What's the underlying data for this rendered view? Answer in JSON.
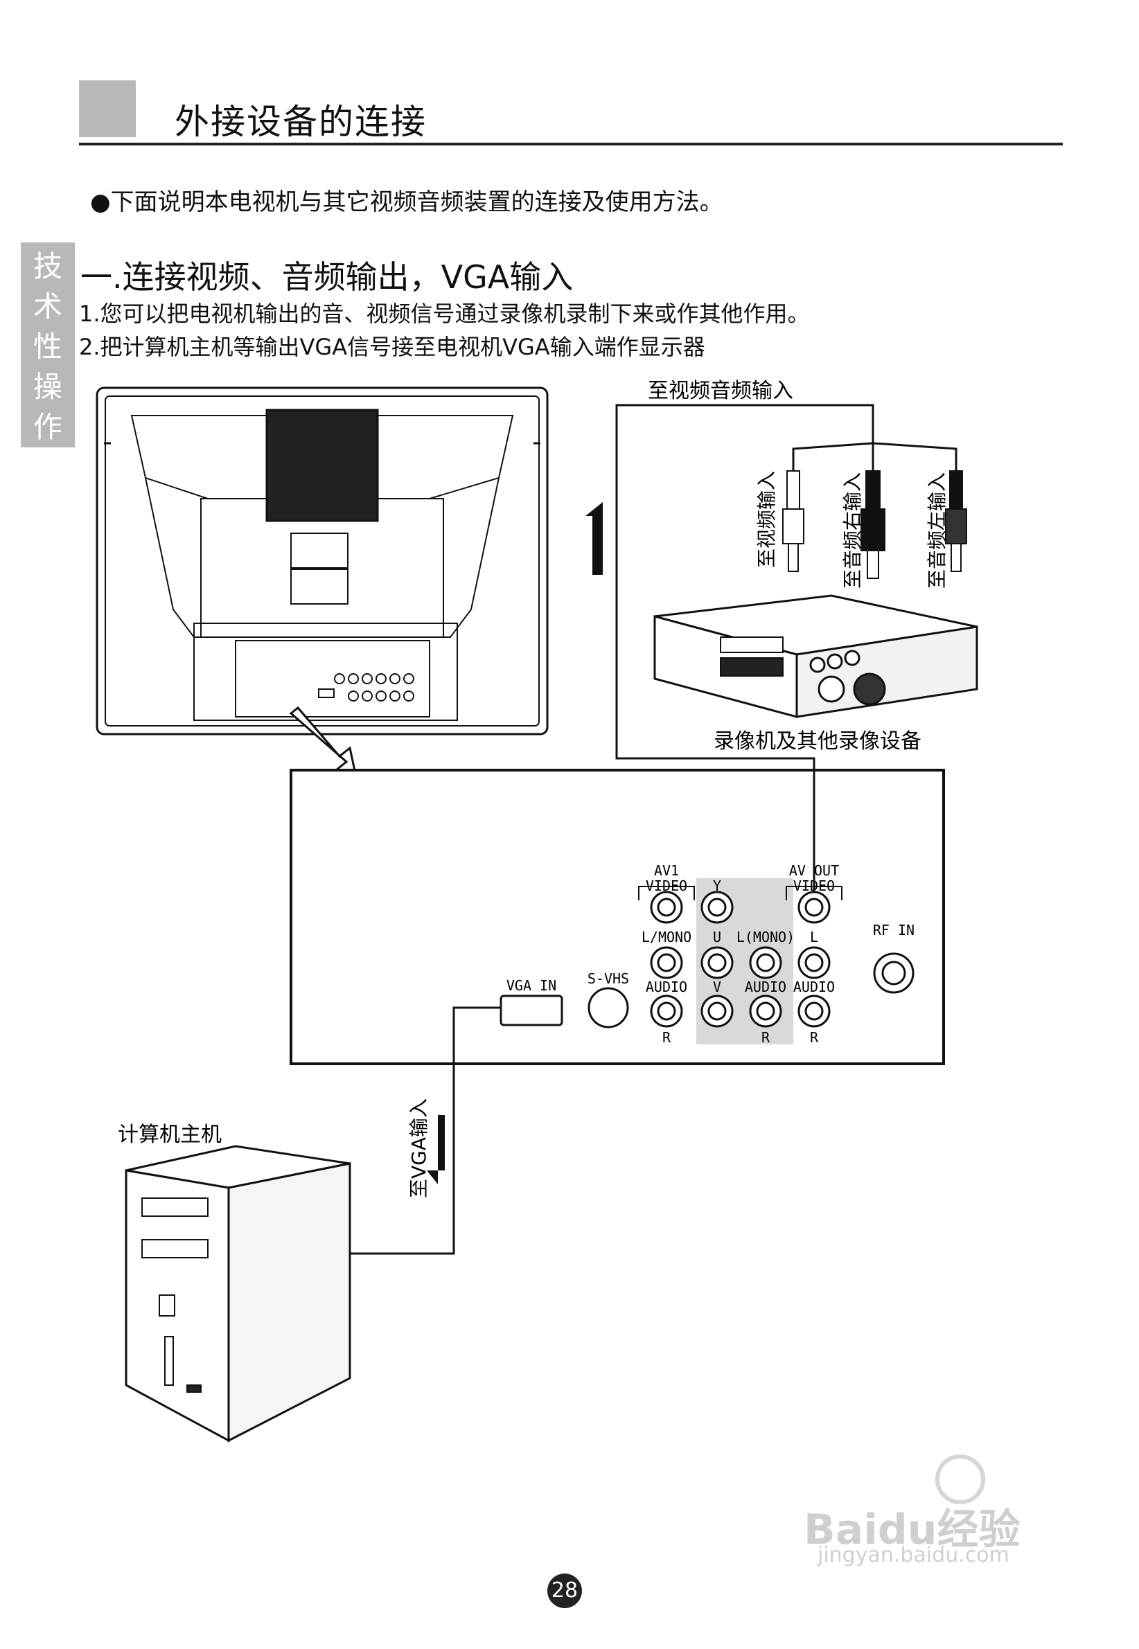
{
  "header": {
    "title": "外接设备的连接"
  },
  "intro": "●下面说明本电视机与其它视频音频装置的连接及使用方法。",
  "side_tab": [
    "技",
    "术",
    "性",
    "操",
    "作"
  ],
  "section": {
    "heading": "一.连接视频、音频输出，VGA输入",
    "steps": [
      "1.您可以把电视机输出的音、视频信号通过录像机录制下来或作其他作用。",
      "2.把计算机主机等输出VGA信号接至电视机VGA输入端作显示器"
    ]
  },
  "diagram": {
    "to_av_input": "至视频音频输入",
    "plug_labels": [
      "至视频输入",
      "至音频右输入",
      "至音频左输入"
    ],
    "vcr_label": "录像机及其他录像设备",
    "step_marker": "1",
    "panel": {
      "av1": "AV1",
      "av_out": "AV OUT",
      "video": "VIDEO",
      "y": "Y",
      "u": "U",
      "v": "V",
      "l_mono": "L/MONO",
      "l_mono_paren": "L(MONO)",
      "l": "L",
      "audio": "AUDIO",
      "r": "R",
      "rf_in": "RF IN",
      "vga_in": "VGA IN",
      "s_vhs": "S-VHS"
    },
    "computer_label": "计算机主机",
    "to_vga_input": "至VGA输入"
  },
  "watermark": {
    "brand": "Baidu经验",
    "url": "jingyan.baidu.com"
  },
  "page_number": "28"
}
